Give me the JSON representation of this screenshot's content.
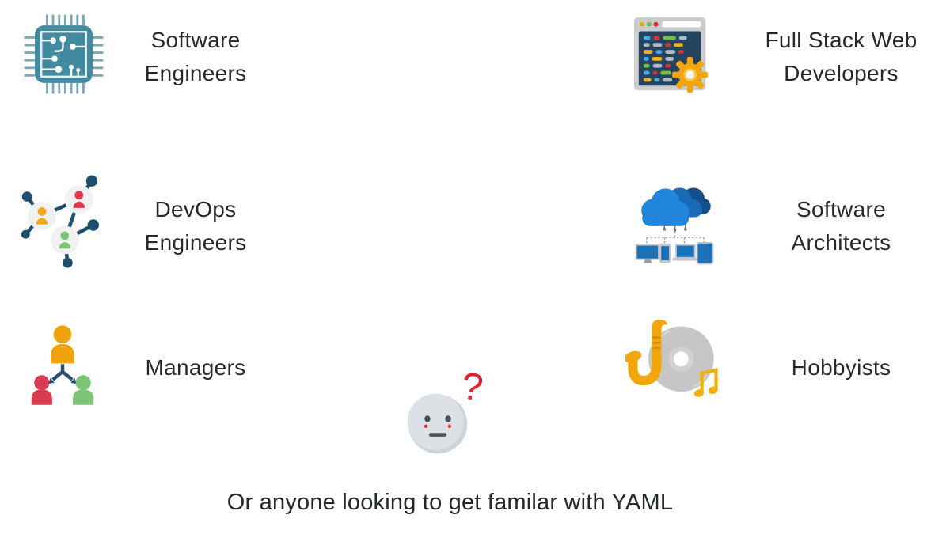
{
  "page": {
    "caption": "Or anyone looking to get familar with YAML",
    "background": "#ffffff",
    "text_color": "#25282c"
  },
  "items": [
    {
      "id": "software-engineers",
      "line1": "Software",
      "line2": "Engineers",
      "icon": "chip-icon"
    },
    {
      "id": "full-stack-web-developers",
      "line1": "Full Stack Web",
      "line2": "Developers",
      "icon": "code-window-gear-icon"
    },
    {
      "id": "devops-engineers",
      "line1": "DevOps",
      "line2": "Engineers",
      "icon": "people-network-icon"
    },
    {
      "id": "software-architects",
      "line1": "Software",
      "line2": "Architects",
      "icon": "cloud-devices-icon"
    },
    {
      "id": "managers",
      "line1": "Managers",
      "line2": "",
      "icon": "org-chart-icon"
    },
    {
      "id": "hobbyists",
      "line1": "Hobbyists",
      "line2": "",
      "icon": "saxophone-record-note-icon"
    }
  ],
  "face": {
    "question_mark": "?",
    "face_color": "#dce0e3",
    "question_color": "#e8212e"
  },
  "palette": {
    "chip_teal": "#418aa0",
    "pin_gray": "#7ba9b9",
    "window_frame_gray": "#c9cbcd",
    "window_navy": "#24435f",
    "gear_gold": "#f2a60c",
    "code_blue": "#4aa6e0",
    "code_red": "#d93434",
    "code_green": "#77c043",
    "code_gray": "#aeb9c2",
    "code_yellow": "#f0ad1f",
    "network_navy": "#1e4e6e",
    "person_orange": "#f0a822",
    "person_red": "#e53850",
    "person_green": "#7cc576",
    "cloud_dark": "#124f87",
    "cloud_mid": "#1a69b5",
    "cloud_light": "#2285dd",
    "device_blue": "#1b72b8",
    "record_gray": "#c6c6c6",
    "note_gold": "#f2b00c"
  }
}
